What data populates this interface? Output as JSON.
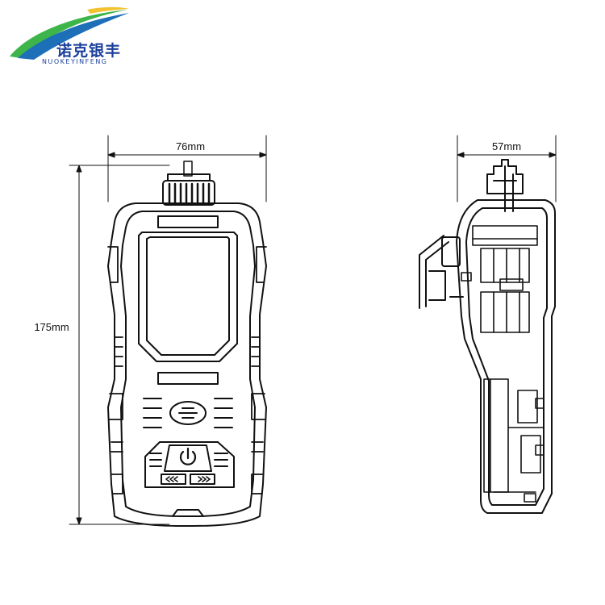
{
  "logo": {
    "brand_cn": "诺克银丰",
    "brand_en": "NUOKEYINFENG",
    "colors": {
      "swoosh_green": "#3db54a",
      "swoosh_blue": "#1d6fb8",
      "swoosh_yellow": "#f2c230",
      "text": "#1a3f9a"
    }
  },
  "dimensions": {
    "front_width": "76mm",
    "height": "175mm",
    "side_depth": "57mm"
  },
  "line_color": "#111111"
}
